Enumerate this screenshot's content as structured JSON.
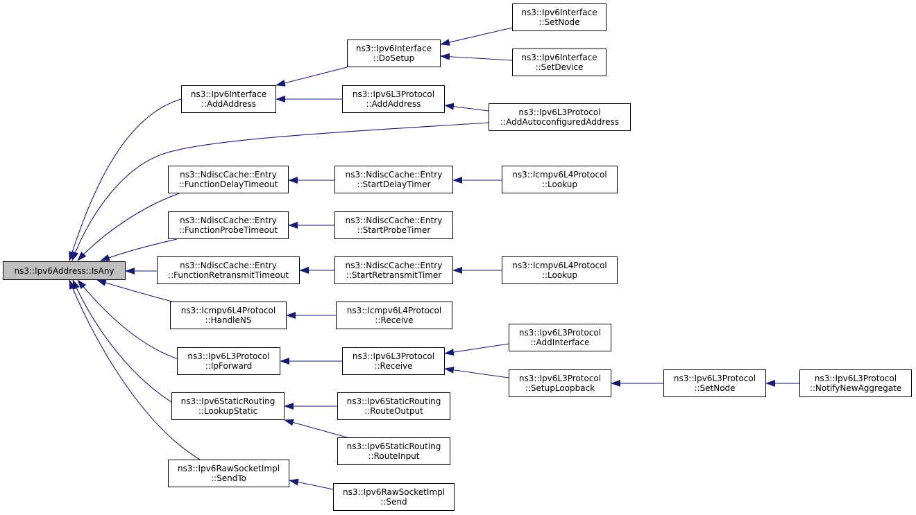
{
  "diagram": {
    "edge_color": "#191970",
    "root_fill": "#bfbfbf",
    "nodes": {
      "isany": [
        "ns3::Ipv6Address::IsAny"
      ],
      "if_addaddr": [
        "ns3::Ipv6Interface",
        "::AddAddress"
      ],
      "if_dosetup": [
        "ns3::Ipv6Interface",
        "::DoSetup"
      ],
      "if_setnode": [
        "ns3::Ipv6Interface",
        "::SetNode"
      ],
      "if_setdevice": [
        "ns3::Ipv6Interface",
        "::SetDevice"
      ],
      "l3_addaddr": [
        "ns3::Ipv6L3Protocol",
        "::AddAddress"
      ],
      "l3_autoaddr": [
        "ns3::Ipv6L3Protocol",
        "::AddAutoconfiguredAddress"
      ],
      "nd_fdelay": [
        "ns3::NdiscCache::Entry",
        "::FunctionDelayTimeout"
      ],
      "nd_sdelay": [
        "ns3::NdiscCache::Entry",
        "::StartDelayTimer"
      ],
      "ic_lookup1": [
        "ns3::Icmpv6L4Protocol",
        "::Lookup"
      ],
      "nd_fprobe": [
        "ns3::NdiscCache::Entry",
        "::FunctionProbeTimeout"
      ],
      "nd_sprobe": [
        "ns3::NdiscCache::Entry",
        "::StartProbeTimer"
      ],
      "nd_fretx": [
        "ns3::NdiscCache::Entry",
        "::FunctionRetransmitTimeout"
      ],
      "nd_sretx": [
        "ns3::NdiscCache::Entry",
        "::StartRetransmitTimer"
      ],
      "ic_lookup2": [
        "ns3::Icmpv6L4Protocol",
        "::Lookup"
      ],
      "ic_handlens": [
        "ns3::Icmpv6L4Protocol",
        "::HandleNS"
      ],
      "ic_receive": [
        "ns3::Icmpv6L4Protocol",
        "::Receive"
      ],
      "l3_ipfwd": [
        "ns3::Ipv6L3Protocol",
        "::IpForward"
      ],
      "l3_receive": [
        "ns3::Ipv6L3Protocol",
        "::Receive"
      ],
      "l3_addif": [
        "ns3::Ipv6L3Protocol",
        "::AddInterface"
      ],
      "l3_setuplo": [
        "ns3::Ipv6L3Protocol",
        "::SetupLoopback"
      ],
      "l3_setnode": [
        "ns3::Ipv6L3Protocol",
        "::SetNode"
      ],
      "l3_notify": [
        "ns3::Ipv6L3Protocol",
        "::NotifyNewAggregate"
      ],
      "sr_lookup": [
        "ns3::Ipv6StaticRouting",
        "::LookupStatic"
      ],
      "sr_routeout": [
        "ns3::Ipv6StaticRouting",
        "::RouteOutput"
      ],
      "sr_routein": [
        "ns3::Ipv6StaticRouting",
        "::RouteInput"
      ],
      "raw_sendto": [
        "ns3::Ipv6RawSocketImpl",
        "::SendTo"
      ],
      "raw_send": [
        "ns3::Ipv6RawSocketImpl",
        "::Send"
      ]
    }
  }
}
